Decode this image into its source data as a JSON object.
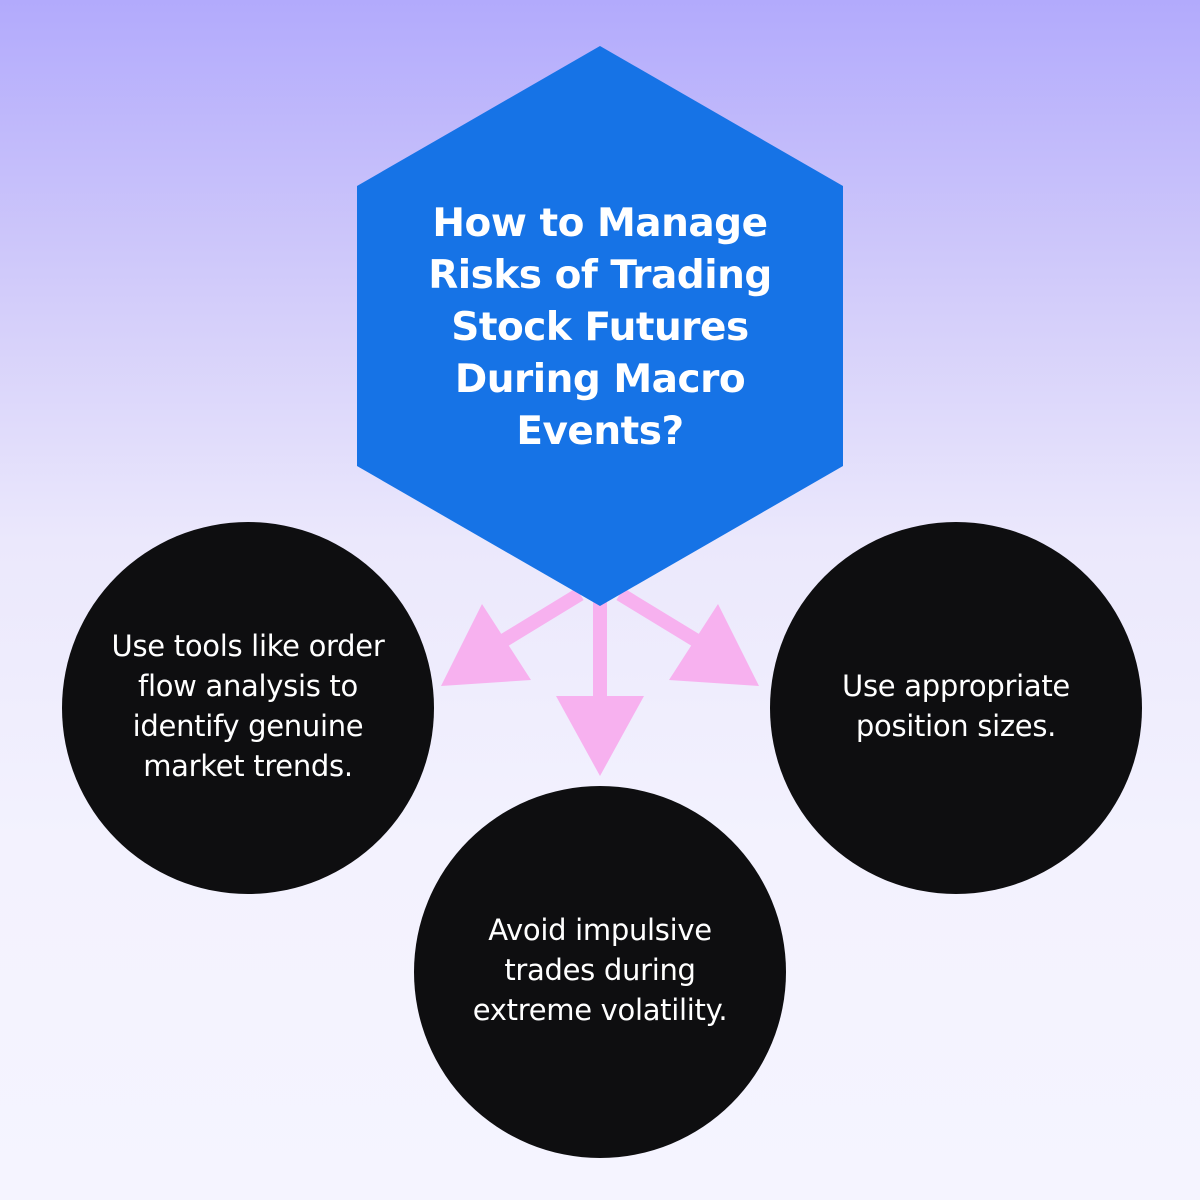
{
  "center": {
    "lines": [
      "How to Manage",
      "Risks of Trading",
      "Stock Futures",
      "During Macro",
      "Events?"
    ]
  },
  "items": [
    {
      "id": "left",
      "lines": [
        "Use tools like order",
        "flow analysis to",
        "identify genuine",
        "market trends."
      ]
    },
    {
      "id": "right",
      "lines": [
        "Use appropriate",
        "position sizes."
      ]
    },
    {
      "id": "bottom",
      "lines": [
        "Avoid impulsive",
        "trades during",
        "extreme volatility."
      ]
    }
  ],
  "colors": {
    "hexagon": "#1673e6",
    "circle": "#0e0e10",
    "arrow": "#f7b1ef",
    "text": "#ffffff"
  }
}
